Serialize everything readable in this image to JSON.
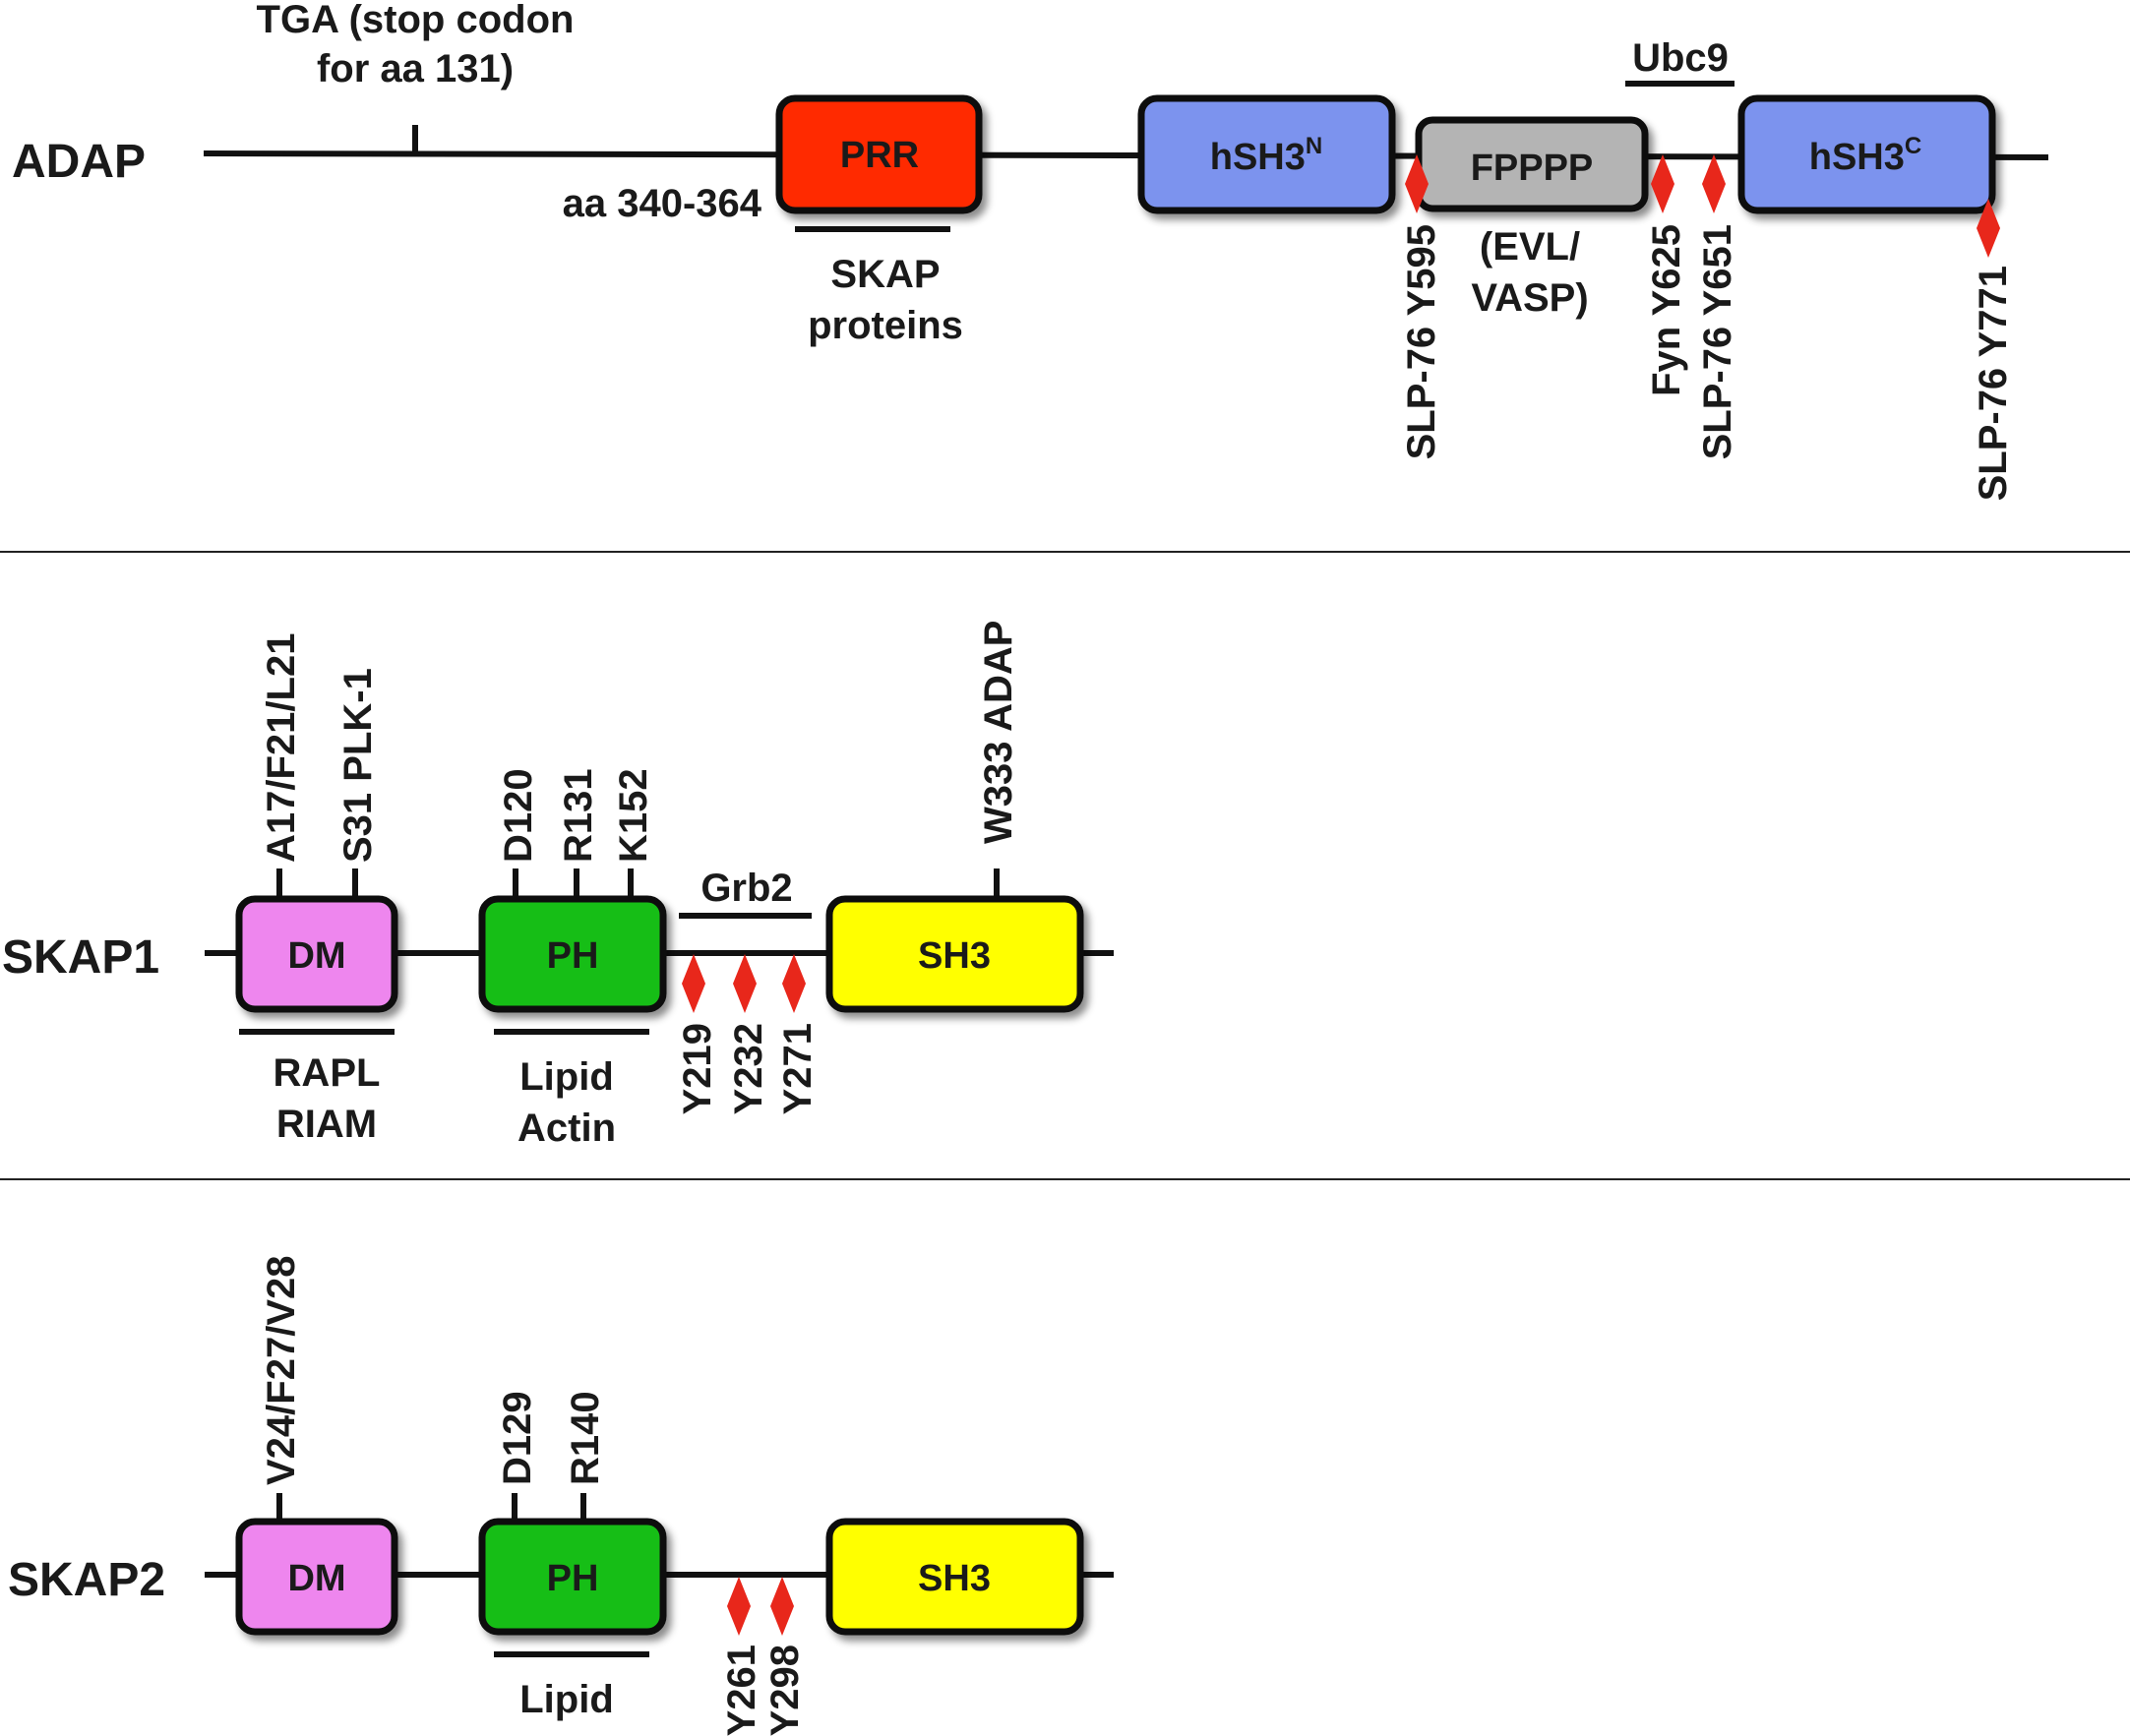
{
  "colors": {
    "prr": "#ff2a00",
    "hsh3": "#7b93ee",
    "fpppp": "#b4b4b4",
    "dm": "#ee86ee",
    "ph": "#14be14",
    "sh3": "#ffff00",
    "site": "#e8271b"
  },
  "adap": {
    "name": "ADAP",
    "tga_line1": "TGA (stop codon",
    "tga_line2": "for aa 131)",
    "aa_range": "aa 340-364",
    "prr": "PRR",
    "skap_line1": "SKAP",
    "skap_line2": "proteins",
    "hsh3n_base": "hSH3",
    "hsh3n_sup": "N",
    "fpppp": "FPPPP",
    "evl_line1": "(EVL/",
    "evl_line2": "VASP)",
    "ubc9": "Ubc9",
    "hsh3c_base": "hSH3",
    "hsh3c_sup": "C",
    "site_y595": "SLP-76 Y595",
    "site_y625": "Fyn  Y625",
    "site_y651": "SLP-76 Y651",
    "site_y771": "SLP-76  Y771"
  },
  "skap1": {
    "name": "SKAP1",
    "dm": "DM",
    "ph": "PH",
    "sh3": "SH3",
    "a17": "A17/F21/L21",
    "s31": "S31 PLK-1",
    "d120": "D120",
    "r131": "R131",
    "k152": "K152",
    "w333": "W333 ADAP",
    "grb2": "Grb2",
    "y219": "Y219",
    "y232": "Y232",
    "y271": "Y271",
    "rapl": "RAPL",
    "riam": "RIAM",
    "lipid": "Lipid",
    "actin": "Actin"
  },
  "skap2": {
    "name": "SKAP2",
    "dm": "DM",
    "ph": "PH",
    "sh3": "SH3",
    "v24": "V24/F27/V28",
    "d129": "D129",
    "r140": "R140",
    "y261": "Y261",
    "y298": "Y298",
    "lipid": "Lipid"
  }
}
